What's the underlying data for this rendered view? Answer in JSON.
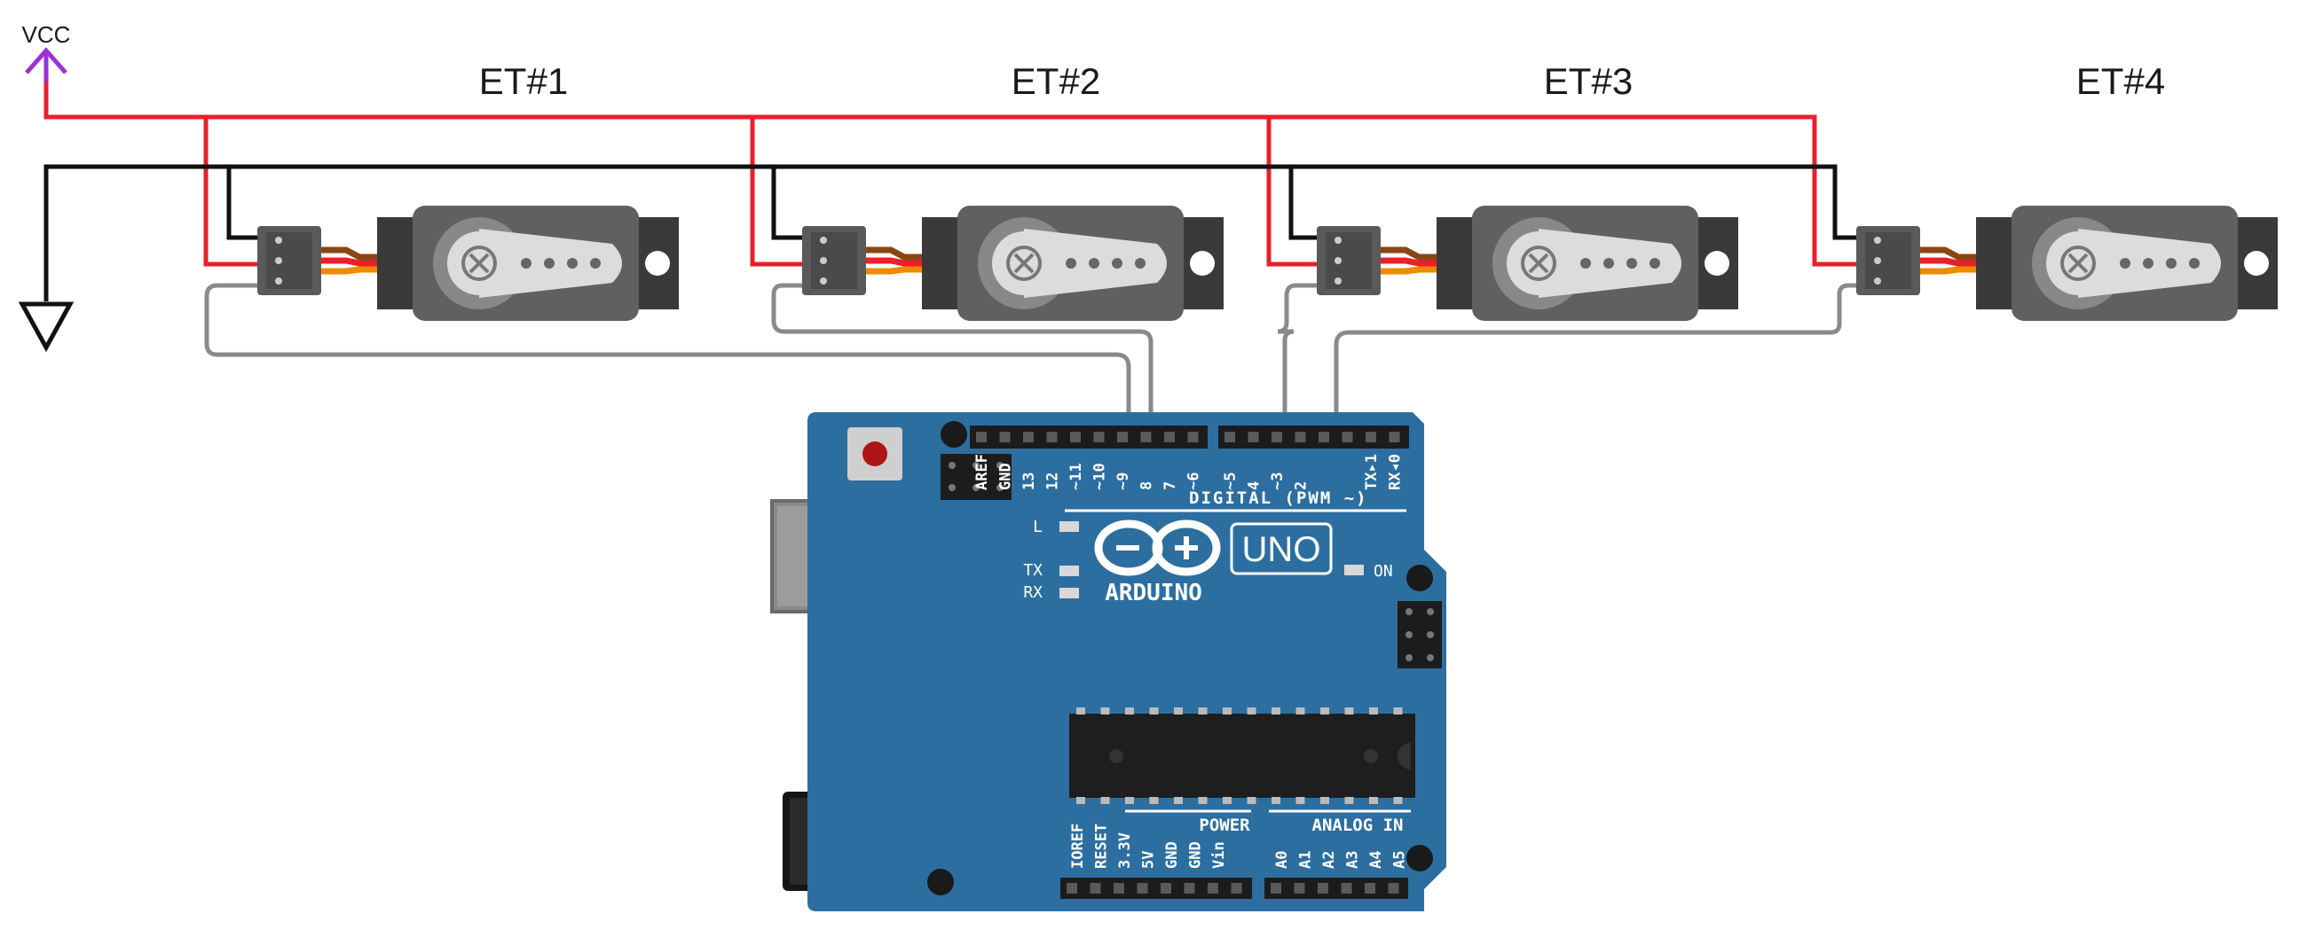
{
  "vcc_label": "VCC",
  "servos": [
    {
      "label": "ET#1"
    },
    {
      "label": "ET#2"
    },
    {
      "label": "ET#3"
    },
    {
      "label": "ET#4"
    }
  ],
  "board": {
    "brand": "ARDUINO",
    "model": "UNO",
    "digital_header_label": "DIGITAL (PWM ~)",
    "digital_pins": [
      "AREF",
      "GND",
      "13",
      "12",
      "~11",
      "~10",
      "~9",
      "8",
      "7",
      "~6",
      "~5",
      "4",
      "~3",
      "2",
      "TX▸1",
      "RX◂0"
    ],
    "power_header_label": "POWER",
    "power_pins": [
      "IOREF",
      "RESET",
      "3.3V",
      "5V",
      "GND",
      "GND",
      "Vin"
    ],
    "analog_header_label": "ANALOG IN",
    "analog_pins": [
      "A0",
      "A1",
      "A2",
      "A3",
      "A4",
      "A5"
    ],
    "leds": {
      "l": "L",
      "tx": "TX",
      "rx": "RX",
      "on": "ON"
    }
  },
  "colors": {
    "vcc_wire": "#e8202a",
    "gnd_wire": "#111111",
    "signal_wire": "#8a8a8a",
    "vcc_symbol": "#9b30d9",
    "board": "#2d6ea0",
    "servo_body": "#555555"
  }
}
